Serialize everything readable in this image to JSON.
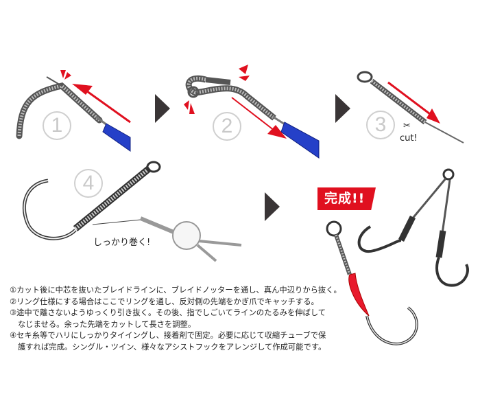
{
  "steps": [
    {
      "number": "1",
      "caption": ""
    },
    {
      "number": "2",
      "caption": ""
    },
    {
      "number": "3",
      "caption": "cut!"
    },
    {
      "number": "4",
      "caption": "しっかり巻く!"
    }
  ],
  "completion_badge": "完成!!",
  "instructions": [
    {
      "lines": [
        "①カット後に中芯を抜いたブレイドラインに、ブレイドノッターを通し、真ん中辺りから抜く。"
      ]
    },
    {
      "lines": [
        "②リング仕様にする場合はここでリングを通し、反対側の先端をかぎ爪でキャッチする。"
      ]
    },
    {
      "lines": [
        "③途中で離さないようゆっくり引き抜く。その後、指でしごいてラインのたるみを伸ばして",
        "なじませる。余った先端をカットして長さを調整。"
      ]
    },
    {
      "lines": [
        "④セキ糸等でハリにしっかりタイイングし、接着剤で固定。必要に応じて収縮チューブで保",
        "護すれば完成。シングル・ツイン、様々なアシストフックをアレンジして作成可能です。"
      ]
    }
  ],
  "colors": {
    "accent_red": "#e0101f",
    "tool_blue": "#2540c8",
    "arrow_dark": "#3a3536",
    "step_circle": "#cfcfcf",
    "braid": "#8a8a8a",
    "tube_red": "#e8192c"
  },
  "icons": [
    "scissors-icon",
    "next-arrow-icon",
    "direction-arrow-icon",
    "emphasis-mark-icon"
  ]
}
